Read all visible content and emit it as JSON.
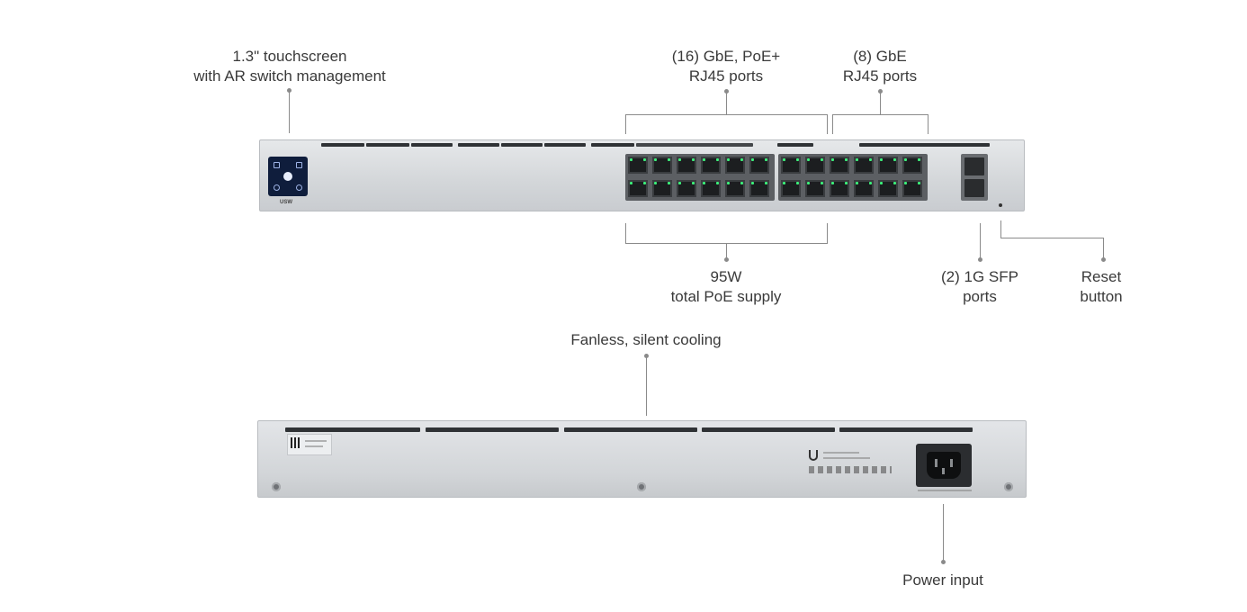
{
  "callouts": {
    "touchscreen": [
      "1.3\" touchscreen",
      "with AR switch management"
    ],
    "poe_ports": [
      "(16) GbE, PoE+",
      "RJ45 ports"
    ],
    "gbe_ports": [
      "(8) GbE",
      "RJ45 ports"
    ],
    "poe_supply": [
      "95W",
      "total PoE supply"
    ],
    "sfp_ports": [
      "(2) 1G SFP",
      "ports"
    ],
    "reset": [
      "Reset",
      "button"
    ],
    "cooling": "Fanless, silent cooling",
    "power": "Power input"
  },
  "device": {
    "model_badge": "USW",
    "led_color": "#3cf07a",
    "screen_color": "#0f1d3c"
  }
}
